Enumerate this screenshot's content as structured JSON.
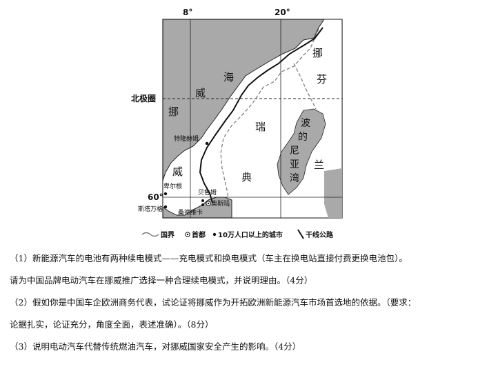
{
  "map": {
    "lon_labels": [
      "8°",
      "20°"
    ],
    "lat_labels": [
      "北极圈",
      "60°"
    ],
    "country_labels": {
      "norway": [
        "挪",
        "威"
      ],
      "sweden": [
        "瑞",
        "典"
      ],
      "finland": [
        "芬",
        "兰"
      ],
      "norwegian_sea": [
        "海"
      ],
      "gulf_of_bothnia": [
        "波",
        "的",
        "尼",
        "亚",
        "湾"
      ]
    },
    "cities": [
      "特隆赫姆",
      "卑尔根",
      "斯塔万格",
      "贝鲁姆",
      "奥斯陆",
      "桑德维卡"
    ],
    "legend": {
      "border": "国界",
      "capital": "首都",
      "city": "10万人口以上的城市",
      "highway": "干线公路"
    },
    "colors": {
      "land_grey": "#a9a9a9",
      "land_white": "#ffffff",
      "outline": "#222222"
    }
  },
  "questions": [
    {
      "id": "q1",
      "lines": [
        "（1）新能源汽车的电池有两种续电模式——充电模式和换电模式（车主在换电站直接付费更换电池包）。",
        "请为中国品牌电动汽车在挪威推广选择一种合理续电模式，并说明理由。（4分）"
      ]
    },
    {
      "id": "q2",
      "lines": [
        "（2）假如你是中国车企欧洲商务代表，试论证将挪威作为开拓欧洲新能源汽车市场首选地的依据。（要求：",
        "论据扎实，论证充分，角度全面，表述准确）。（8分）"
      ]
    },
    {
      "id": "q3",
      "lines": [
        "（3）说明电动汽车代替传统燃油汽车，对挪威国家安全产生的影响。（4分）"
      ]
    }
  ]
}
